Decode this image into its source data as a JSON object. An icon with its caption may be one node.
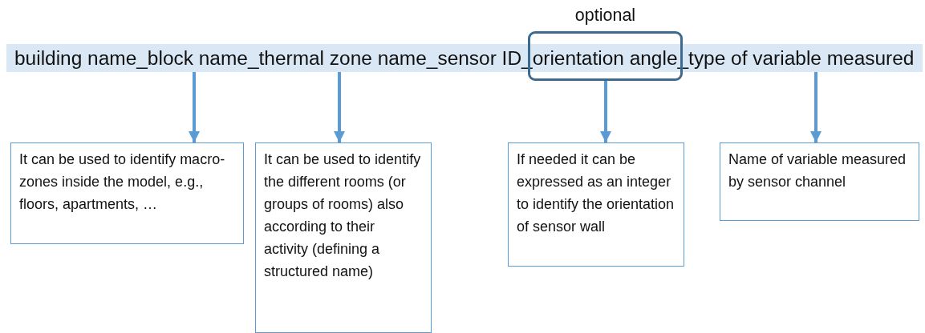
{
  "diagram": {
    "nodes": [
      {
        "text": [
          "building name_block name_thermal zone name_sensor ID_orientation angle_type of variable measured"
        ]
      },
      {
        "text": [
          "optional"
        ]
      },
      {
        "text": [
          "It can be used to identify macro-zones inside the model, e.g., floors, apartments, …"
        ]
      },
      {
        "text": [
          "It can be used to identify the different rooms (or groups of rooms) also according to their activity (defining a structured name)"
        ]
      },
      {
        "text": [
          "If needed it can be expressed as an integer to identify the orientation of sensor wall"
        ]
      },
      {
        "text": [
          "Name of variable measured by sensor channel"
        ]
      }
    ],
    "edges": [
      {
        "from": 0,
        "to": 2,
        "arrow": "to"
      },
      {
        "from": 0,
        "to": 3,
        "arrow": "to"
      },
      {
        "from": 1,
        "to": 4,
        "arrow": "to"
      },
      {
        "from": 0,
        "to": 5,
        "arrow": "to"
      }
    ]
  }
}
